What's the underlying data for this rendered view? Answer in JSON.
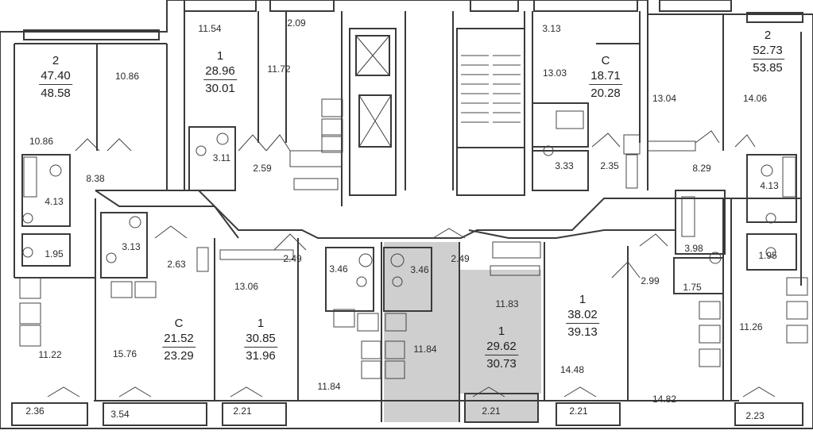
{
  "plan": {
    "highlight_color": "#cfcfcf",
    "wall_color": "#3a3a3a",
    "apartments": [
      {
        "id": "apt-a",
        "rooms": "2",
        "area_living": "47.40",
        "area_total": "48.58"
      },
      {
        "id": "apt-b",
        "rooms": "1",
        "area_living": "28.96",
        "area_total": "30.01"
      },
      {
        "id": "apt-c",
        "rooms": "С",
        "area_living": "18.71",
        "area_total": "20.28"
      },
      {
        "id": "apt-d",
        "rooms": "2",
        "area_living": "52.73",
        "area_total": "53.85"
      },
      {
        "id": "apt-e",
        "rooms": "С",
        "area_living": "21.52",
        "area_total": "23.29"
      },
      {
        "id": "apt-f",
        "rooms": "1",
        "area_living": "30.85",
        "area_total": "31.96"
      },
      {
        "id": "apt-g",
        "rooms": "1",
        "area_living": "29.62",
        "area_total": "30.73",
        "selected": true
      },
      {
        "id": "apt-h",
        "rooms": "1",
        "area_living": "38.02",
        "area_total": "39.13"
      }
    ],
    "room_areas": [
      "11.54",
      "2.09",
      "3.13",
      "10.86",
      "11.72",
      "13.03",
      "13.04",
      "14.06",
      "10.86",
      "3.11",
      "2.59",
      "3.33",
      "2.35",
      "8.38",
      "8.29",
      "4.13",
      "4.13",
      "1.95",
      "1.95",
      "3.13",
      "2.63",
      "13.06",
      "2.49",
      "3.46",
      "3.46",
      "2.49",
      "3.98",
      "2.99",
      "1.75",
      "11.83",
      "11.26",
      "11.22",
      "15.76",
      "11.84",
      "11.84",
      "14.48",
      "14.82",
      "2.36",
      "3.54",
      "2.21",
      "2.21",
      "2.21",
      "2.23"
    ]
  }
}
